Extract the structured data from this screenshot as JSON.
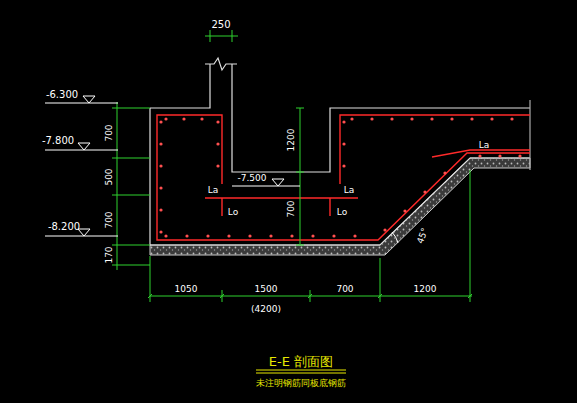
{
  "diagram": {
    "caption": "E-E 剖面图",
    "labels": [
      "250",
      "-6.300",
      "-7.800",
      "-8.200",
      "700",
      "500",
      "700",
      "170",
      "1200",
      "700",
      "-7.500",
      "La",
      "La",
      "La",
      "Lo",
      "Lo",
      "45°",
      "1050",
      "1500",
      "700",
      "1200",
      "(4200)",
      "未注明钢筋同板底钢筋"
    ]
  }
}
